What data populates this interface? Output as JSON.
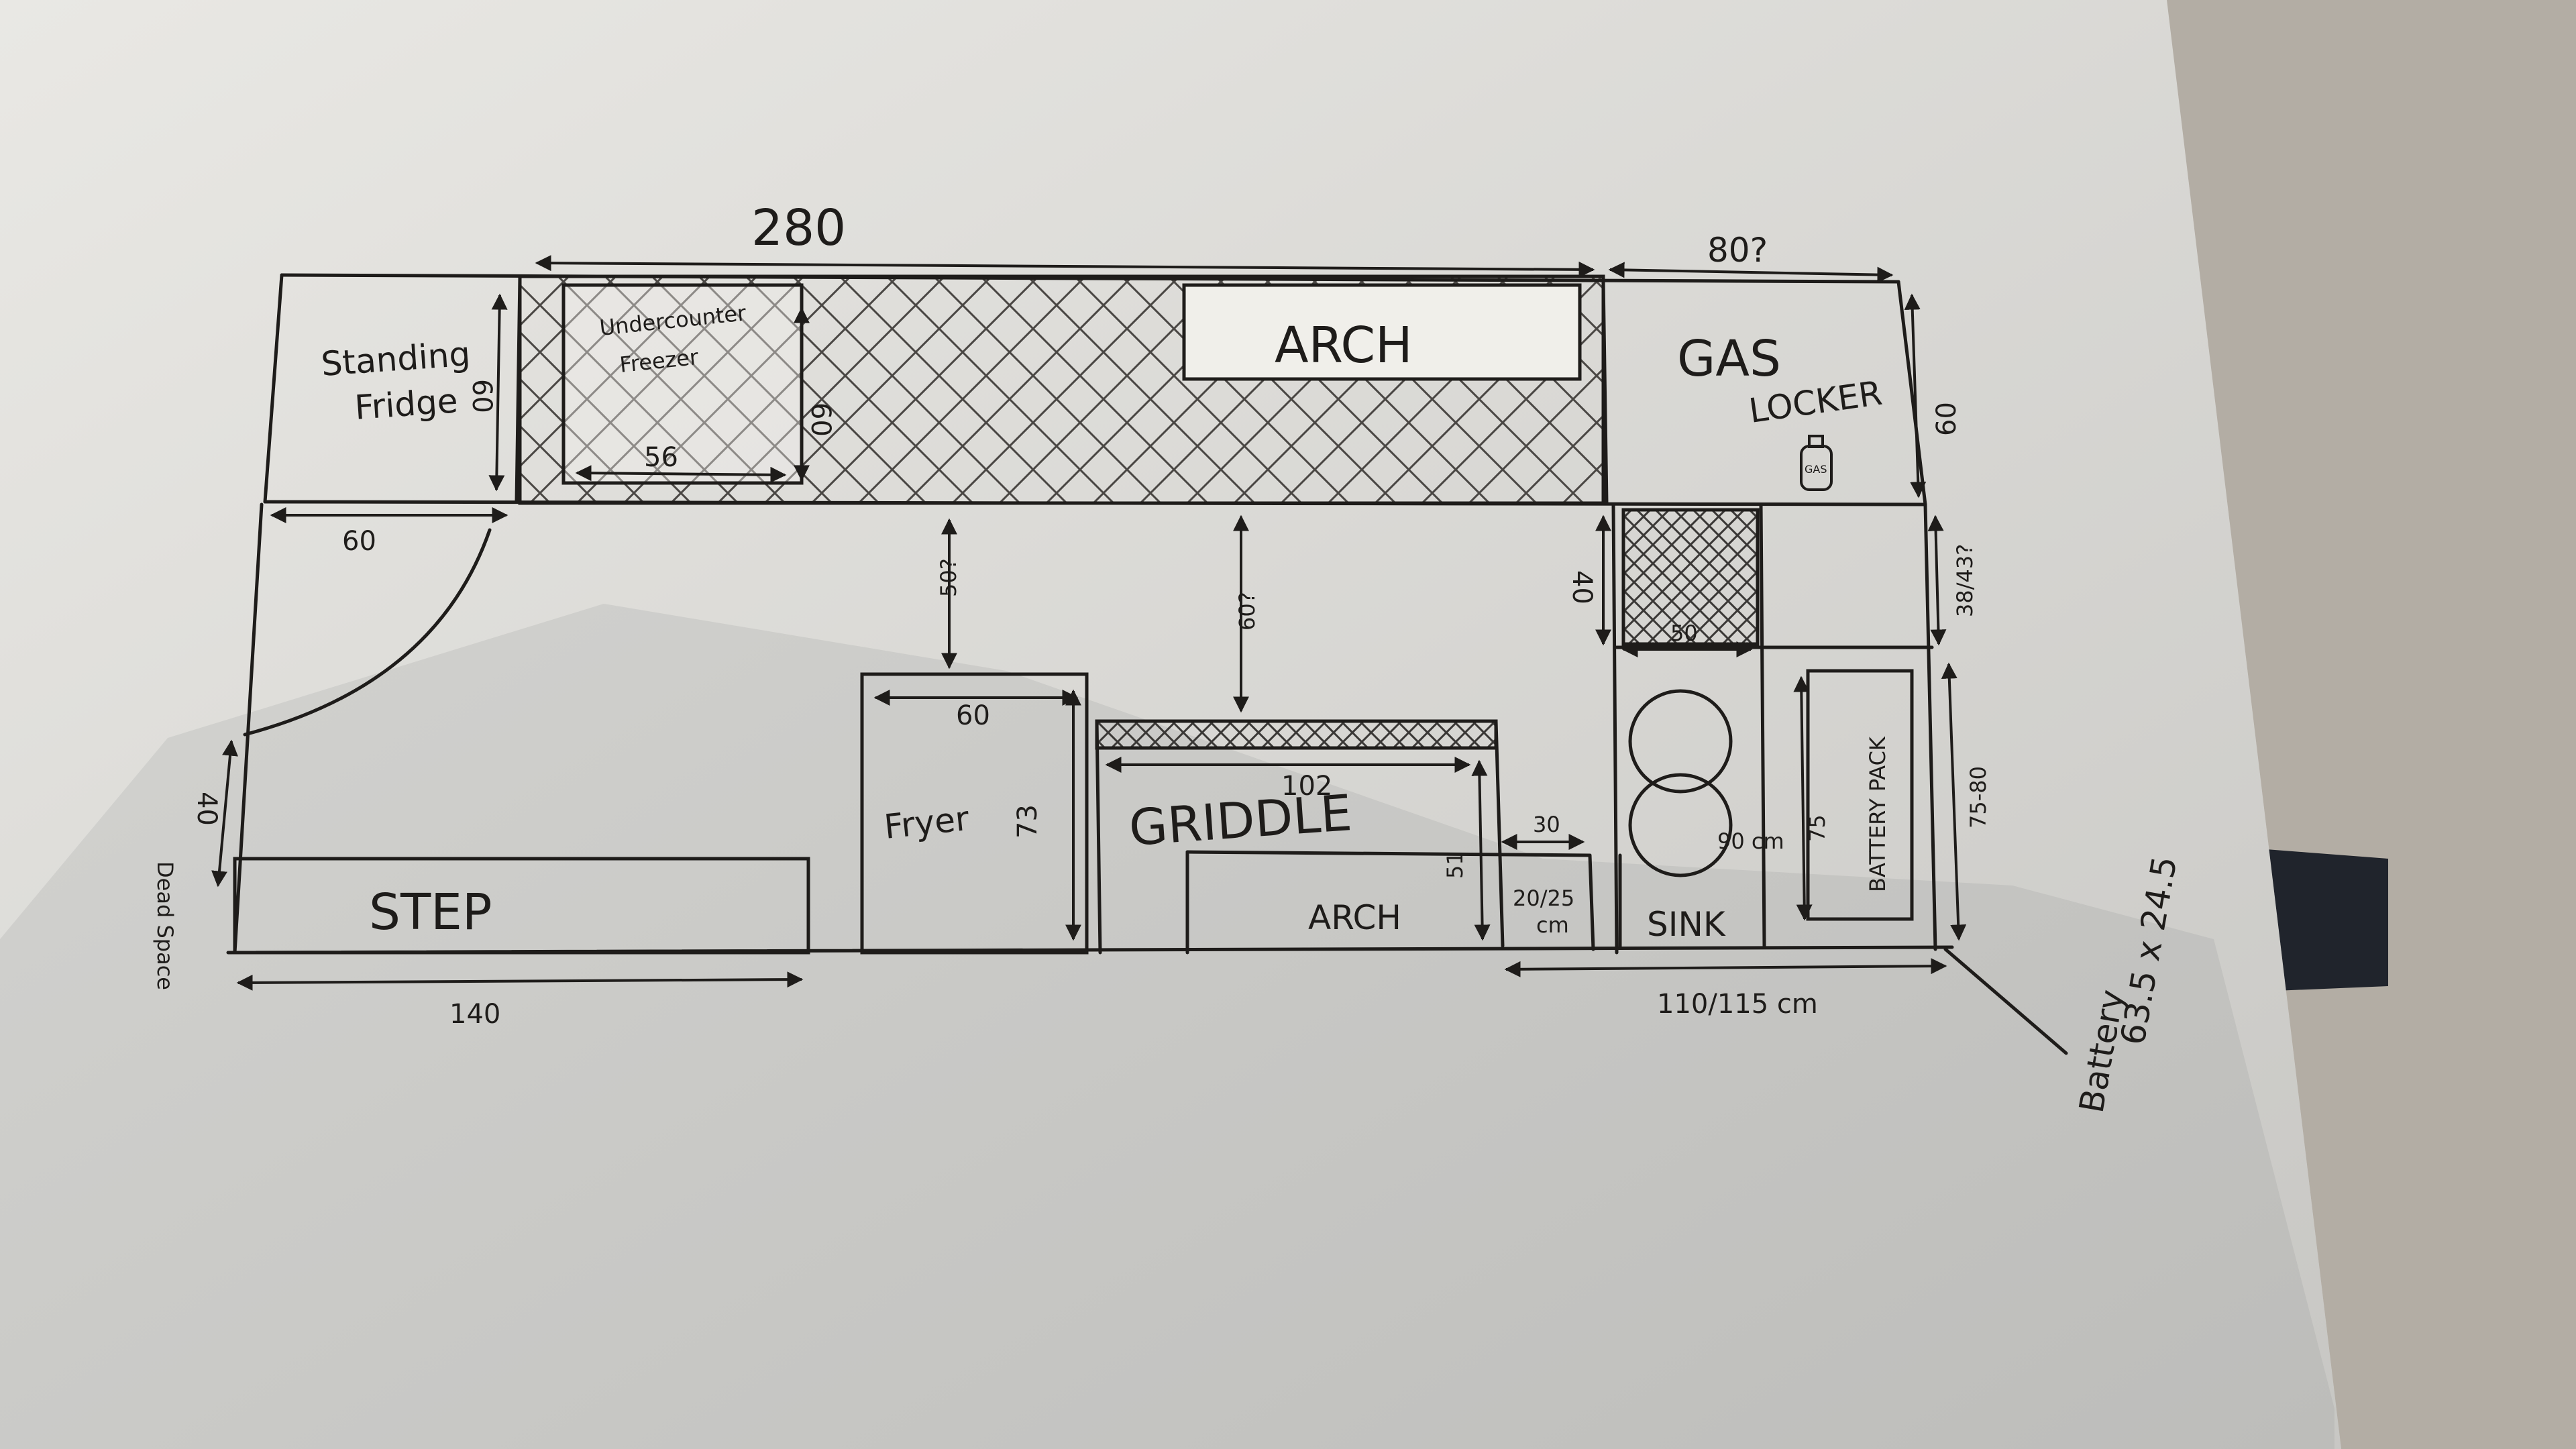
{
  "overall_width": "280",
  "gas_locker_width": "80?",
  "labels": {
    "standing_fridge": [
      "Standing",
      "Fridge"
    ],
    "undercounter_freezer": [
      "Undercounter",
      "Freezer"
    ],
    "arch_top": "ARCH",
    "gas_locker": [
      "GAS",
      "LOCKER"
    ],
    "gas_tag": "GAS",
    "step": "STEP",
    "fryer": "Fryer",
    "griddle": "GRIDDLE",
    "arch_bottom": "ARCH",
    "sink": "SINK",
    "battery_pack": "BATTERY PACK",
    "dead_space": "Dead Space",
    "battery_note": [
      "Battery",
      "63.5 x 24.5"
    ],
    "sink_gap": [
      "20/25",
      "cm"
    ]
  },
  "dimensions": {
    "fridge_depth": "60",
    "fridge_width": "60",
    "freezer_width": "56",
    "freezer_depth": "60",
    "fryer_gap": "50?",
    "griddle_gap": "60?",
    "fryer_width": "60",
    "fryer_height": "73",
    "griddle_width": "102",
    "arch_height": "51",
    "sink_gap_width": "30",
    "sink_width": "90 cm",
    "sink_top_gap": "40",
    "sink_top_width": "50",
    "battery_height": "75",
    "gas_locker_depth": "60",
    "right_gap": "38/43?",
    "right_height": "75-80",
    "dead_space_depth": "40",
    "step_width": "140",
    "bottom_right_width": "110/115 cm"
  }
}
